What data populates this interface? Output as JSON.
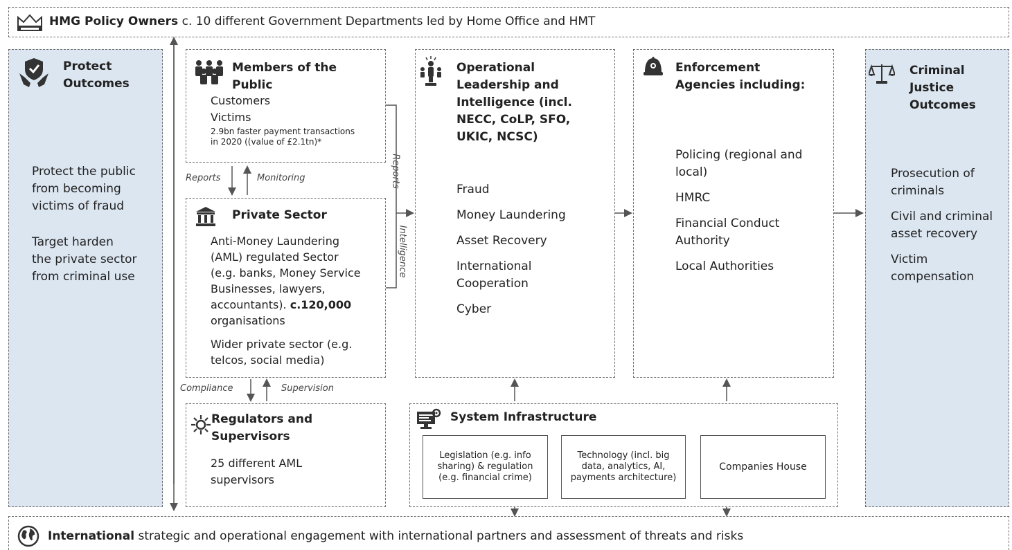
{
  "top_banner": {
    "bold": "HMG Policy Owners",
    "rest": " c. 10 different Government Departments led by Home Office and HMT"
  },
  "bottom_banner": {
    "bold": "International",
    "rest": " strategic and operational engagement with international partners and assessment of threats and risks"
  },
  "protect": {
    "title": [
      "Protect",
      "Outcomes"
    ],
    "text1": [
      "Protect the public",
      "from becoming",
      "victims of fraud"
    ],
    "text2": [
      "Target harden",
      "the private sector",
      "from criminal use"
    ]
  },
  "public": {
    "title": [
      "Members of the",
      "Public"
    ],
    "items": [
      "Customers",
      "Victims"
    ],
    "note": [
      "2.9bn faster payment transactions",
      "in 2020 ((value of £2.1tn)*"
    ]
  },
  "private": {
    "title": "Private Sector",
    "aml": [
      "Anti-Money Laundering",
      "(AML) regulated Sector",
      "(e.g. banks, Money Service",
      "Businesses, lawyers,"
    ],
    "aml_last_plain": "accountants). ",
    "aml_last_bold": "c.120,000",
    "aml_end": "organisations",
    "wider": [
      "Wider private sector (e.g.",
      "telcos, social media)"
    ]
  },
  "regulators": {
    "title": [
      "Regulators and",
      "Supervisors"
    ],
    "text": [
      "25 different AML",
      "supervisors"
    ]
  },
  "operational": {
    "title": [
      "Operational",
      "Leadership and",
      "Intelligence (incl.",
      "NECC, CoLP, SFO,",
      "UKIC, NCSC)"
    ],
    "items": [
      "Fraud",
      "Money Laundering",
      "Asset Recovery",
      "International Cooperation",
      "Cyber"
    ]
  },
  "enforcement": {
    "title": [
      "Enforcement",
      "Agencies including:"
    ],
    "items": [
      "Policing (regional and local)",
      "HMRC",
      "Financial Conduct Authority",
      "Local Authorities"
    ]
  },
  "criminal": {
    "title": [
      "Criminal",
      "Justice",
      "Outcomes"
    ],
    "items": [
      "Prosecution of criminals",
      "Civil and criminal asset recovery",
      "Victim compensation"
    ]
  },
  "infrastructure": {
    "title": "System Infrastructure",
    "boxes": [
      "Legislation (e.g. info sharing) & regulation (e.g. financial crime)",
      "Technology (incl. big data, analytics, AI, payments architecture)",
      "Companies House"
    ]
  },
  "labels": {
    "reports": "Reports",
    "monitoring": "Monitoring",
    "compliance": "Compliance",
    "supervision": "Supervision",
    "report_s": "Reports",
    "intelligence": "Intelligence"
  },
  "icons": [
    "crown-icon",
    "shield-hands-icon",
    "people-group-icon",
    "bank-building-icon",
    "gear-network-icon",
    "leader-icon",
    "police-helmet-icon",
    "scales-icon",
    "computer-gear-icon",
    "globe-icon"
  ],
  "colors": {
    "shaded_panel": "#dce6f1",
    "border": "#6f6f6f",
    "arrow": "#555555"
  }
}
